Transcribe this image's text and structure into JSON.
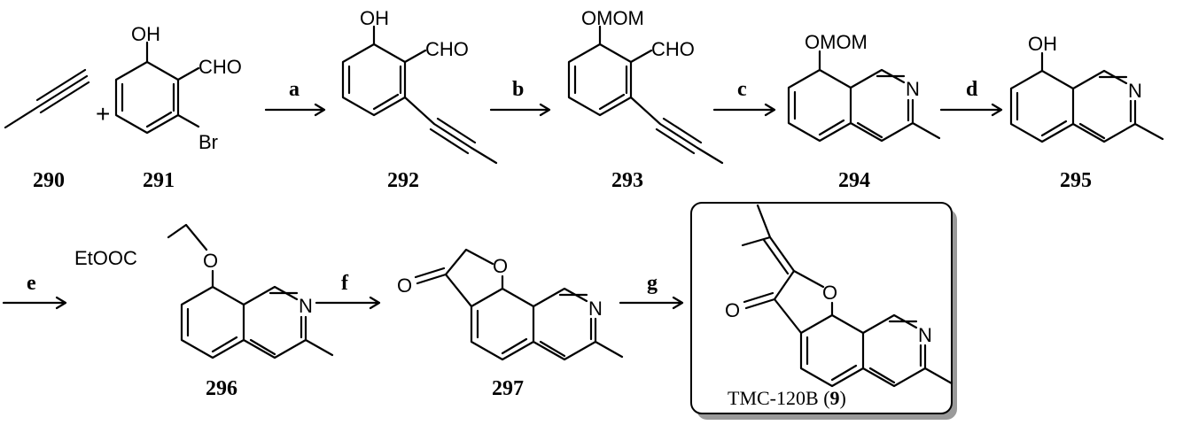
{
  "compounds": {
    "c290": {
      "label": "290"
    },
    "c291": {
      "label": "291",
      "atoms": {
        "oh": "OH",
        "cho": "CHO",
        "br": "Br"
      }
    },
    "c292": {
      "label": "292",
      "atoms": {
        "oh": "OH",
        "cho": "CHO"
      }
    },
    "c293": {
      "label": "293",
      "atoms": {
        "omom": "OMOM",
        "cho": "CHO"
      }
    },
    "c294": {
      "label": "294",
      "atoms": {
        "omom": "OMOM",
        "n": "N"
      }
    },
    "c295": {
      "label": "295",
      "atoms": {
        "oh": "OH",
        "n": "N"
      }
    },
    "c296": {
      "label": "296",
      "atoms": {
        "ester": "EtOOC",
        "o": "O",
        "n": "N"
      }
    },
    "c297": {
      "label": "297",
      "atoms": {
        "o_ketone": "O",
        "o_ring": "O",
        "n": "N"
      }
    },
    "c9": {
      "atoms": {
        "o_ketone": "O",
        "o_ring": "O",
        "n": "N"
      },
      "name": "TMC-120B",
      "number": "9"
    }
  },
  "reactions": {
    "a": "a",
    "b": "b",
    "c": "c",
    "d": "d",
    "e": "e",
    "f": "f",
    "g": "g"
  },
  "plus": "+"
}
